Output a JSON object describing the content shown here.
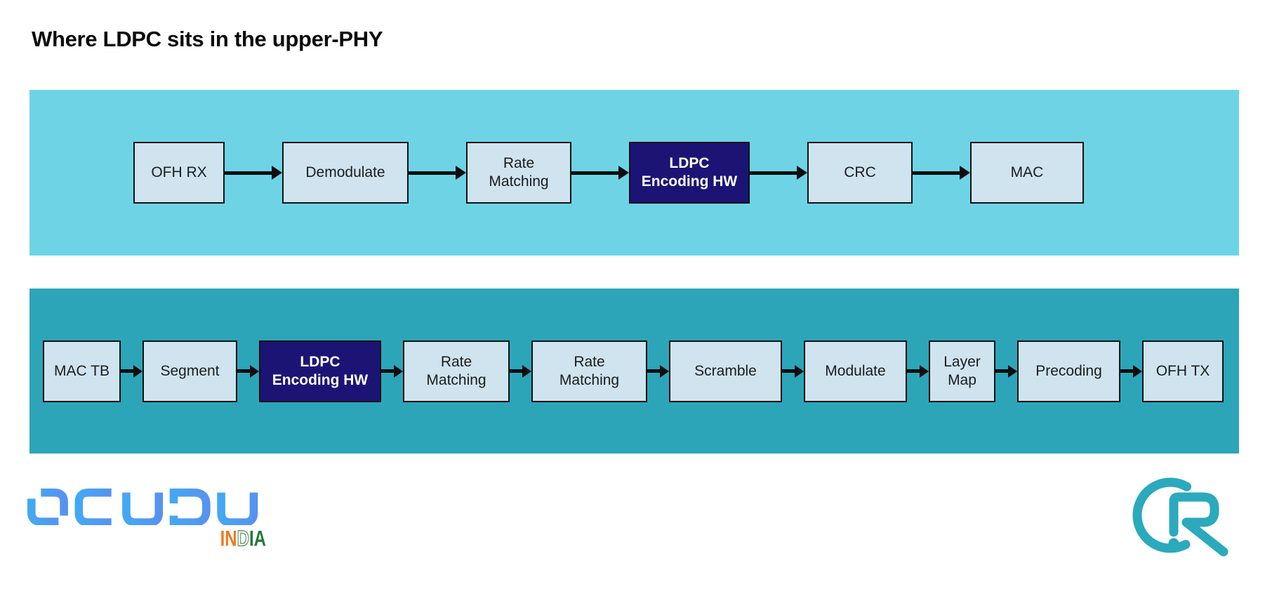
{
  "title": "Where LDPC sits in the upper-PHY",
  "colors": {
    "page_bg": "#ffffff",
    "band_rx_bg": "#6fd3e6",
    "band_tx_bg": "#2da5b9",
    "box_light_bg": "#cfe4ef",
    "box_dark_bg": "#1c1475",
    "box_border": "#111111",
    "box_text": "#1c1c1c",
    "box_dark_text": "#ffffff",
    "arrow": "#0d0d0d",
    "logo_mark_teal": "#2BA9BD",
    "logo_gradient_start": "#45A7F2",
    "logo_gradient_end": "#A50AF0"
  },
  "flows": [
    {
      "name": "rx-chain",
      "boxes": [
        {
          "id": "ofh-rx",
          "label": "OFH RX",
          "style": "light"
        },
        {
          "id": "demodulate",
          "label": "Demodulate",
          "style": "light"
        },
        {
          "id": "rate-matching",
          "label": "Rate\nMatching",
          "style": "light"
        },
        {
          "id": "ldpc-encoding-hw",
          "label": "LDPC\nEncoding HW",
          "style": "dark"
        },
        {
          "id": "crc",
          "label": "CRC",
          "style": "light"
        },
        {
          "id": "mac",
          "label": "MAC",
          "style": "light"
        }
      ]
    },
    {
      "name": "tx-chain",
      "boxes": [
        {
          "id": "mac-tb",
          "label": "MAC TB",
          "style": "light"
        },
        {
          "id": "segment",
          "label": "Segment",
          "style": "light"
        },
        {
          "id": "ldpc-encoding-hw",
          "label": "LDPC\nEncoding HW",
          "style": "dark"
        },
        {
          "id": "rate-matching-1",
          "label": "Rate\nMatching",
          "style": "light"
        },
        {
          "id": "rate-matching-2",
          "label": "Rate\nMatching",
          "style": "light"
        },
        {
          "id": "scramble",
          "label": "Scramble",
          "style": "light"
        },
        {
          "id": "modulate",
          "label": "Modulate",
          "style": "light"
        },
        {
          "id": "layer-map",
          "label": "Layer\nMap",
          "style": "light"
        },
        {
          "id": "precoding",
          "label": "Precoding",
          "style": "light"
        },
        {
          "id": "ofh-tx",
          "label": "OFH TX",
          "style": "light"
        }
      ]
    }
  ],
  "footer": {
    "brand_word": "OCUDU",
    "brand_sub_letters": [
      {
        "ch": "I",
        "color": "#F07921",
        "cls": ""
      },
      {
        "ch": "N",
        "color": "#F07921",
        "cls": ""
      },
      {
        "ch": "D",
        "color": "#FFFFFF",
        "cls": "d-letter"
      },
      {
        "ch": "I",
        "color": "#1D7C36",
        "cls": ""
      },
      {
        "ch": "A",
        "color": "#1D7C36",
        "cls": ""
      }
    ]
  }
}
